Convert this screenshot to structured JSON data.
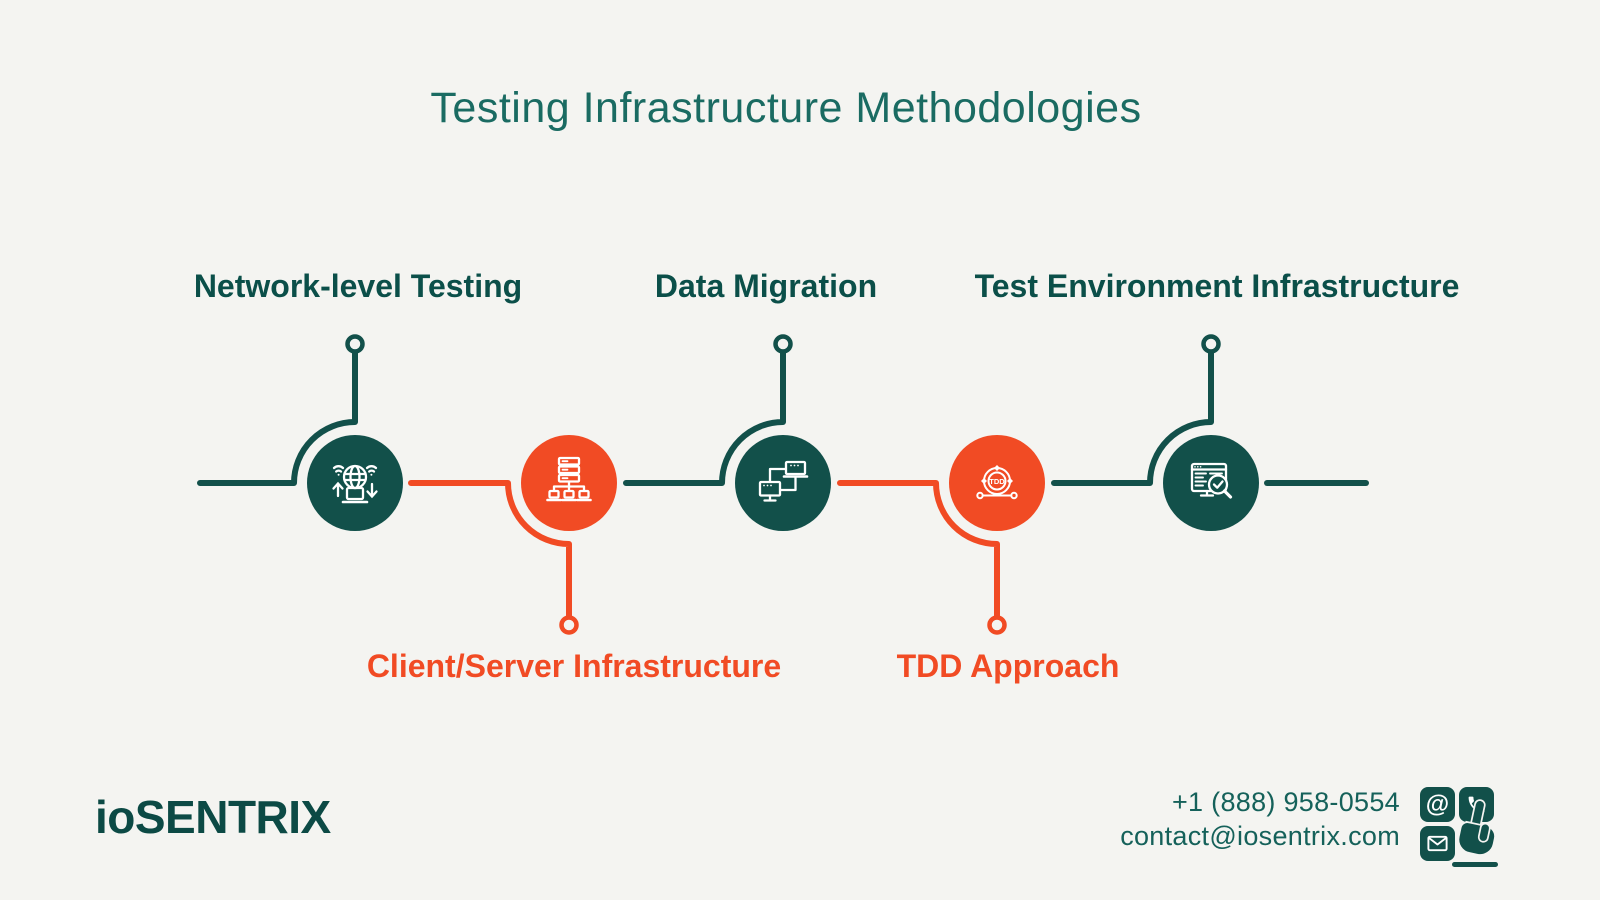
{
  "title": "Testing Infrastructure Methodologies",
  "nodes": [
    {
      "label": "Network-level Testing",
      "color": "#12504a",
      "position": "above",
      "icon": "globe-network-testing-icon"
    },
    {
      "label": "Client/Server Infrastructure",
      "color": "#f14b24",
      "position": "below",
      "icon": "server-clients-icon"
    },
    {
      "label": "Data Migration",
      "color": "#12504a",
      "position": "above",
      "icon": "computers-transfer-icon"
    },
    {
      "label": "TDD Approach",
      "color": "#f14b24",
      "position": "below",
      "icon": "tdd-cycle-icon",
      "icon_text": "TDD"
    },
    {
      "label": "Test Environment Infrastructure",
      "color": "#12504a",
      "position": "above",
      "icon": "browser-search-check-icon"
    }
  ],
  "footer": {
    "logo": "ioSENTRIX",
    "phone": "+1 (888) 958-0554",
    "email": "contact@iosentrix.com",
    "at_symbol": "@",
    "icons": [
      "at-icon",
      "phone-icon",
      "mail-icon",
      "hand-cursor-icon"
    ]
  },
  "colors": {
    "background": "#f4f4f1",
    "teal": "#12504a",
    "orange": "#f14b24",
    "title_teal": "#1a6b62",
    "label_teal": "#0b4f49",
    "contact_teal": "#15615a",
    "icon_white": "#ffffff"
  }
}
